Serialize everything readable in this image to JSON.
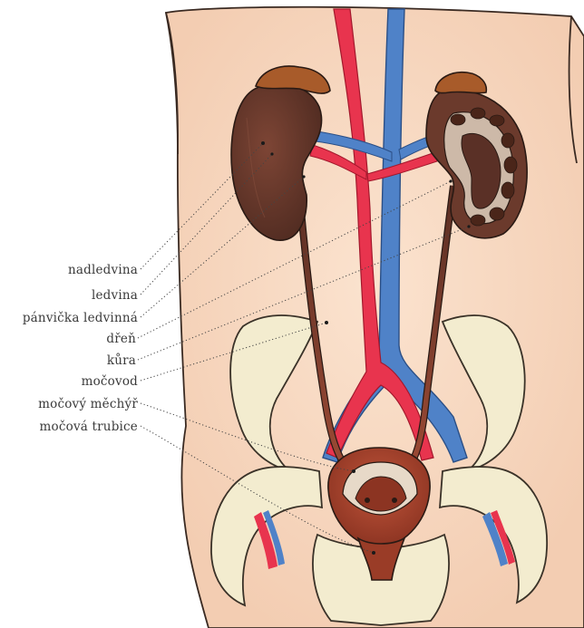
{
  "labels": [
    {
      "id": "nadledvina",
      "text": "nadledvina"
    },
    {
      "id": "ledvina",
      "text": "ledvina"
    },
    {
      "id": "panvicka",
      "text": "pánvička ledvinná"
    },
    {
      "id": "dren",
      "text": "dřeň"
    },
    {
      "id": "kura",
      "text": "kůra"
    },
    {
      "id": "mocovod",
      "text": "močovod"
    },
    {
      "id": "mechyr",
      "text": "močový měchýř"
    },
    {
      "id": "trubice",
      "text": "močová trubice"
    }
  ],
  "colors": {
    "skin": "#f7dcc6",
    "bone": "#f3eccf",
    "artery": "#e8344e",
    "vein": "#4f82c8",
    "kidney": "#6b3a2c",
    "adrenal": "#a85b2a",
    "bladder": "#a9432c"
  }
}
